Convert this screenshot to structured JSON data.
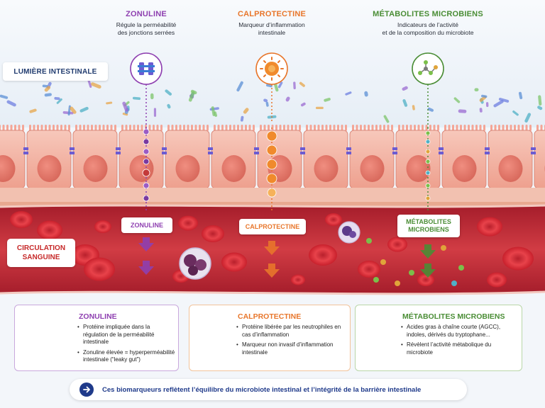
{
  "headers": {
    "zonuline": {
      "title": "ZONULINE",
      "desc1": "Régule la perméabilité",
      "desc2": "des jonctions serrées",
      "color": "#8e3fb0"
    },
    "calprotectine": {
      "title": "CALPROTECTINE",
      "desc1": "Marqueur d’inflammation",
      "desc2": "intestinale",
      "color": "#e8762b"
    },
    "metabolites": {
      "title": "MÉTABOLITES MICROBIENS",
      "desc1": "Indicateurs de l’activité",
      "desc2": "et de la composition du microbiote",
      "color": "#4a8d35"
    }
  },
  "labels": {
    "lumiere": "LUMIÈRE INTESTINALE",
    "circulation1": "CIRCULATION",
    "circulation2": "SANGUINE",
    "vessel_zonuline": "ZONULINE",
    "vessel_calprotectine": "CALPROTECTINE",
    "vessel_metabolites1": "MÉTABOLITES",
    "vessel_metabolites2": "MICROBIENS"
  },
  "cards": {
    "zonuline": {
      "title": "ZONULINE",
      "b1": "Protéine impliquée dans la régulation de la perméabilité intestinale",
      "b2": "Zonuline élevée = hyperperméabilité intestinale (“leaky gut”)",
      "icon": "intestine-icon"
    },
    "calprotectine": {
      "title": "CALPROTECTINE",
      "b1": "Protéine libérée par les neutrophiles en cas d’inflammation",
      "b2": "Marqueur non invasif d’inflammation intestinale",
      "icon": "shield-molecule-icon"
    },
    "metabolites": {
      "title": "MÉTABOLITES MICROBIENS",
      "b1": "Acides gras à chaîne courte (AGCC), indoles, dérivés du tryptophane...",
      "b2": "Révèlent l’activité métabolique du microbiote",
      "icon": "molecule-icon"
    }
  },
  "footer": {
    "text": "Ces biomarqueurs reflètent l’équilibre du microbiote intestinal et l’intégrité de la barrière intestinale",
    "icon": "arrow-right-icon"
  },
  "colors": {
    "cells": "#f2b4a6",
    "vessel": "#c8323a",
    "zonuline": "#8e3fb0",
    "calprotectine": "#e8762b",
    "metabolites": "#4a8d35",
    "footer": "#1f3a8a"
  }
}
